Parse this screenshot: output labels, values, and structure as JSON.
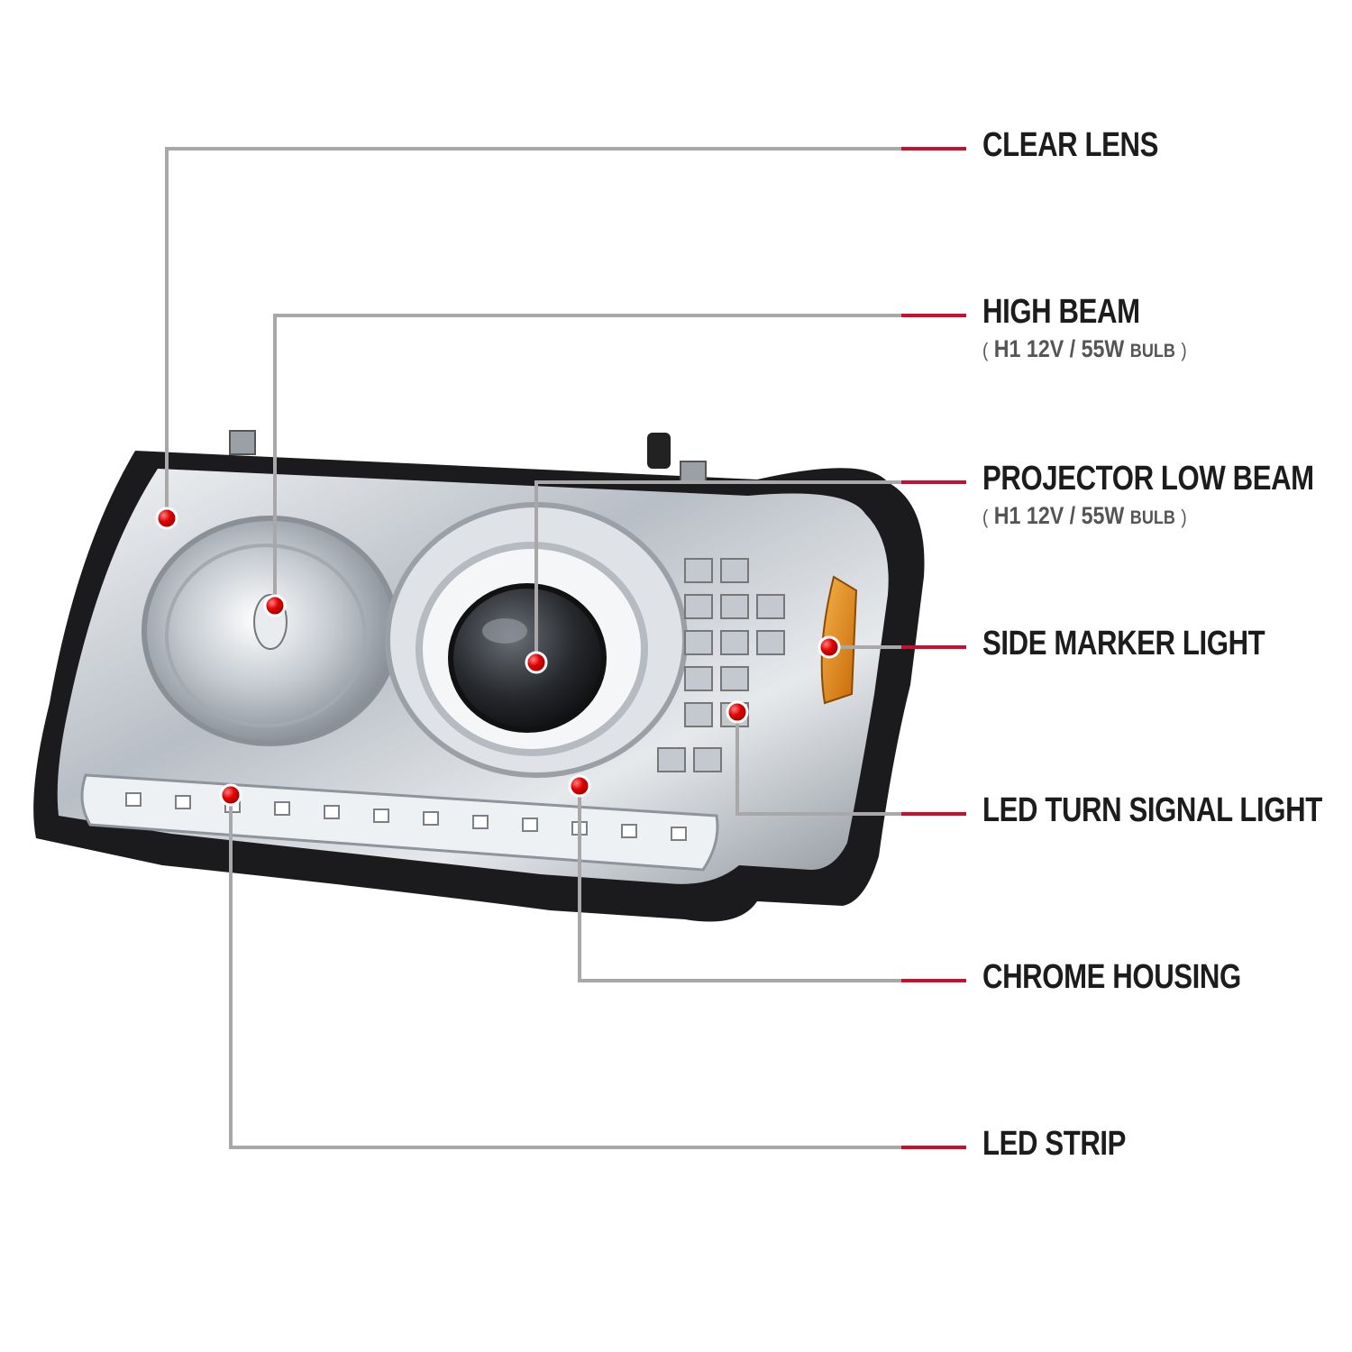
{
  "callouts": [
    {
      "id": "clear-lens",
      "label": "CLEAR LENS"
    },
    {
      "id": "high-beam",
      "label": "HIGH BEAM",
      "sub": {
        "open": "(",
        "spec": "H1  12V / 55W",
        "unit": "BULB",
        "close": ")"
      }
    },
    {
      "id": "projector-low-beam",
      "label": "PROJECTOR LOW BEAM",
      "sub": {
        "open": "(",
        "spec": "H1  12V / 55W",
        "unit": "BULB",
        "close": ")"
      }
    },
    {
      "id": "side-marker-light",
      "label": "SIDE MARKER LIGHT"
    },
    {
      "id": "led-turn-signal-light",
      "label": "LED TURN SIGNAL LIGHT"
    },
    {
      "id": "chrome-housing",
      "label": "CHROME HOUSING"
    },
    {
      "id": "led-strip",
      "label": "LED STRIP"
    }
  ],
  "colors": {
    "leader_line": "#9a9a9a",
    "leader_accent": "#c8102e",
    "marker": "#e10000",
    "housing": "#1a1a1a",
    "chrome": "#c9ced3",
    "amber": "#e38a10"
  }
}
